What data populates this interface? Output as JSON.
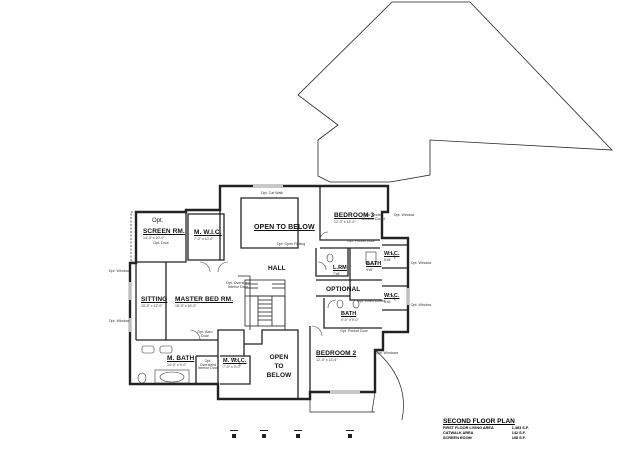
{
  "plan": {
    "rooms": [
      {
        "key": "open_to_below_top",
        "name": "OPEN TO BELOW",
        "dim": ""
      },
      {
        "key": "bedroom3",
        "name": "BEDROOM 3",
        "dim": "12'-0\" x 13'-0\""
      },
      {
        "key": "screen_rm",
        "name": "SCREEN RM.",
        "dim": "14'-4\" x 10'-0\""
      },
      {
        "key": "m_wic",
        "name": "M. W.I.C.",
        "dim": "7'-0\" x 10'-0\""
      },
      {
        "key": "hall",
        "name": "HALL",
        "dim": ""
      },
      {
        "key": "sitting",
        "name": "SITTING",
        "dim": "10'-0\" x 12'-0\""
      },
      {
        "key": "master_bed",
        "name": "MASTER BED RM.",
        "dim": "15'-0\" x 16'-0\""
      },
      {
        "key": "lrm",
        "name": "L.RM",
        "dim": "7'x8'"
      },
      {
        "key": "bath_top",
        "name": "BATH",
        "dim": "9'x5'"
      },
      {
        "key": "wic_top",
        "name": "W.I.C.",
        "dim": "5'x6'"
      },
      {
        "key": "wic_mid",
        "name": "W.I.C.",
        "dim": "5'x5'"
      },
      {
        "key": "optional",
        "name": "OPTIONAL",
        "dim": ""
      },
      {
        "key": "bath_mid",
        "name": "BATH",
        "dim": "9'-0\" x 9'-0\""
      },
      {
        "key": "m_bath",
        "name": "M. BATH",
        "dim": "14'-0\" x 9'-0\""
      },
      {
        "key": "m_wic_low",
        "name": "M. W.I.C.",
        "dim": "7'-0\" x 9'-0\""
      },
      {
        "key": "open_to_below_low",
        "name": "OPEN TO BELOW",
        "dim": ""
      },
      {
        "key": "bedroom2",
        "name": "BEDROOM 2",
        "dim": "12'-0\" x 13'-6\""
      }
    ],
    "notes": {
      "opt": "Opt.",
      "opt_window": "Opt. Window",
      "opt_door": "Opt. Door",
      "opt_catwalk": "Opt. Cat Walk",
      "opt_open_railing": "Opt. Open Railing",
      "opt_pocket_door": "Opt. Pocket Door",
      "opt_linen_closet": "Opt. Linen Closet",
      "opt_interior_door": "Opt. Oversized Interior Door",
      "opt_barn_door": "Opt. Barn Door",
      "opt_windows": "Opt. Windows",
      "opt_window_closet": "Opt. Under Window Closet"
    },
    "title_block": {
      "title": "SECOND FLOOR PLAN",
      "rows": [
        {
          "label": "FIRST FLOOR LIVING AREA",
          "value": "1,383 S.F."
        },
        {
          "label": "CATWALK AREA",
          "value": "142 S.F."
        },
        {
          "label": "SCREEN ROOM",
          "value": "108 S.F."
        }
      ]
    }
  }
}
